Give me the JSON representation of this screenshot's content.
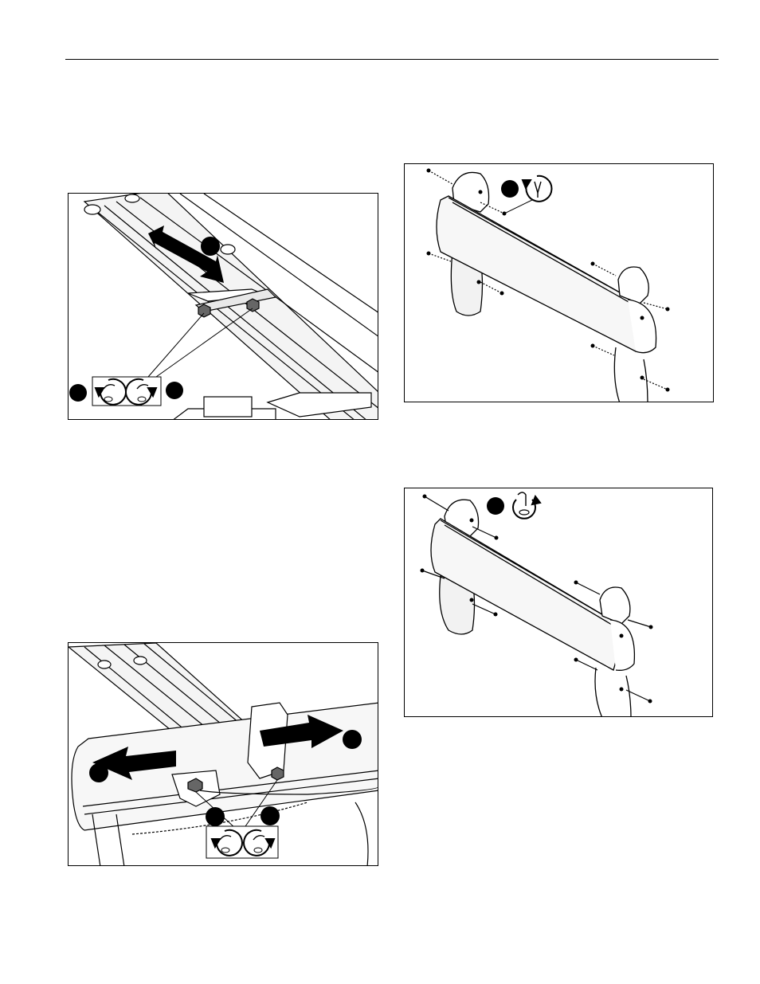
{
  "page": {
    "header_rule": true
  },
  "figures": [
    {
      "id": "fig1",
      "subject": "rail-adjustment-slide",
      "icons": [
        "loosen-nut-icon",
        "tighten-nut-icon"
      ],
      "callouts": 3
    },
    {
      "id": "fig2",
      "subject": "crossbar-width-adjustment",
      "icons": [
        "loosen-nut-icon",
        "tighten-nut-icon"
      ],
      "callouts": 4
    },
    {
      "id": "fig3",
      "subject": "handle-screws-install",
      "icons": [
        "screwdriver-loosen-icon"
      ],
      "callouts": 1
    },
    {
      "id": "fig4",
      "subject": "handle-screws-tighten",
      "icons": [
        "hex-key-tighten-icon"
      ],
      "callouts": 1
    }
  ],
  "colors": {
    "ink": "#000000",
    "paper": "#ffffff",
    "shade": "#d9d9d9"
  }
}
